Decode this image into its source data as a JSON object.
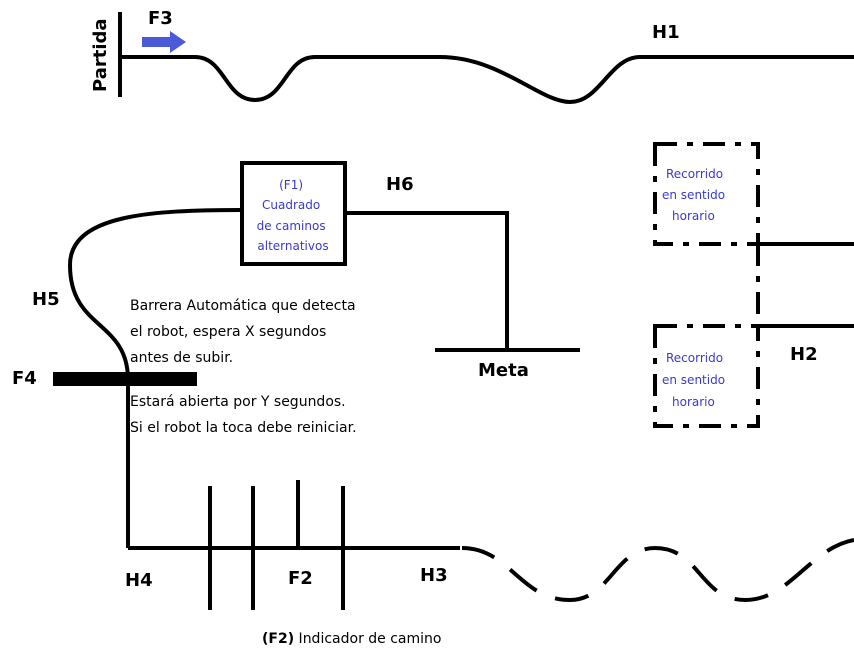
{
  "labels": {
    "partida": "Partida",
    "f3": "F3",
    "h1": "H1",
    "h2": "H2",
    "h3": "H3",
    "h4": "H4",
    "h5": "H5",
    "h6": "H6",
    "f4": "F4",
    "f2": "F2",
    "meta": "Meta"
  },
  "f1_box": {
    "lines": [
      "(F1)",
      "Cuadrado",
      "de caminos",
      "alternativos"
    ]
  },
  "recorrido_top": {
    "lines": [
      "Recorrido",
      "en sentido",
      "horario"
    ]
  },
  "recorrido_bottom": {
    "lines": [
      "Recorrido",
      "en sentido",
      "horario"
    ]
  },
  "barrera_note": {
    "lines": [
      "Barrera Automática que detecta",
      "el robot, espera X segundos",
      "antes de subir."
    ]
  },
  "abierta_note": {
    "lines": [
      "Estará abierta por Y segundos.",
      "Si el robot la toca debe reiniciar."
    ]
  },
  "f2_caption": {
    "prefix": "(F2)",
    "text": " Indicador de camino"
  },
  "colors": {
    "track": "#000000",
    "arrow": "#4a5ad8",
    "accent_text": "#3a3ad0"
  }
}
